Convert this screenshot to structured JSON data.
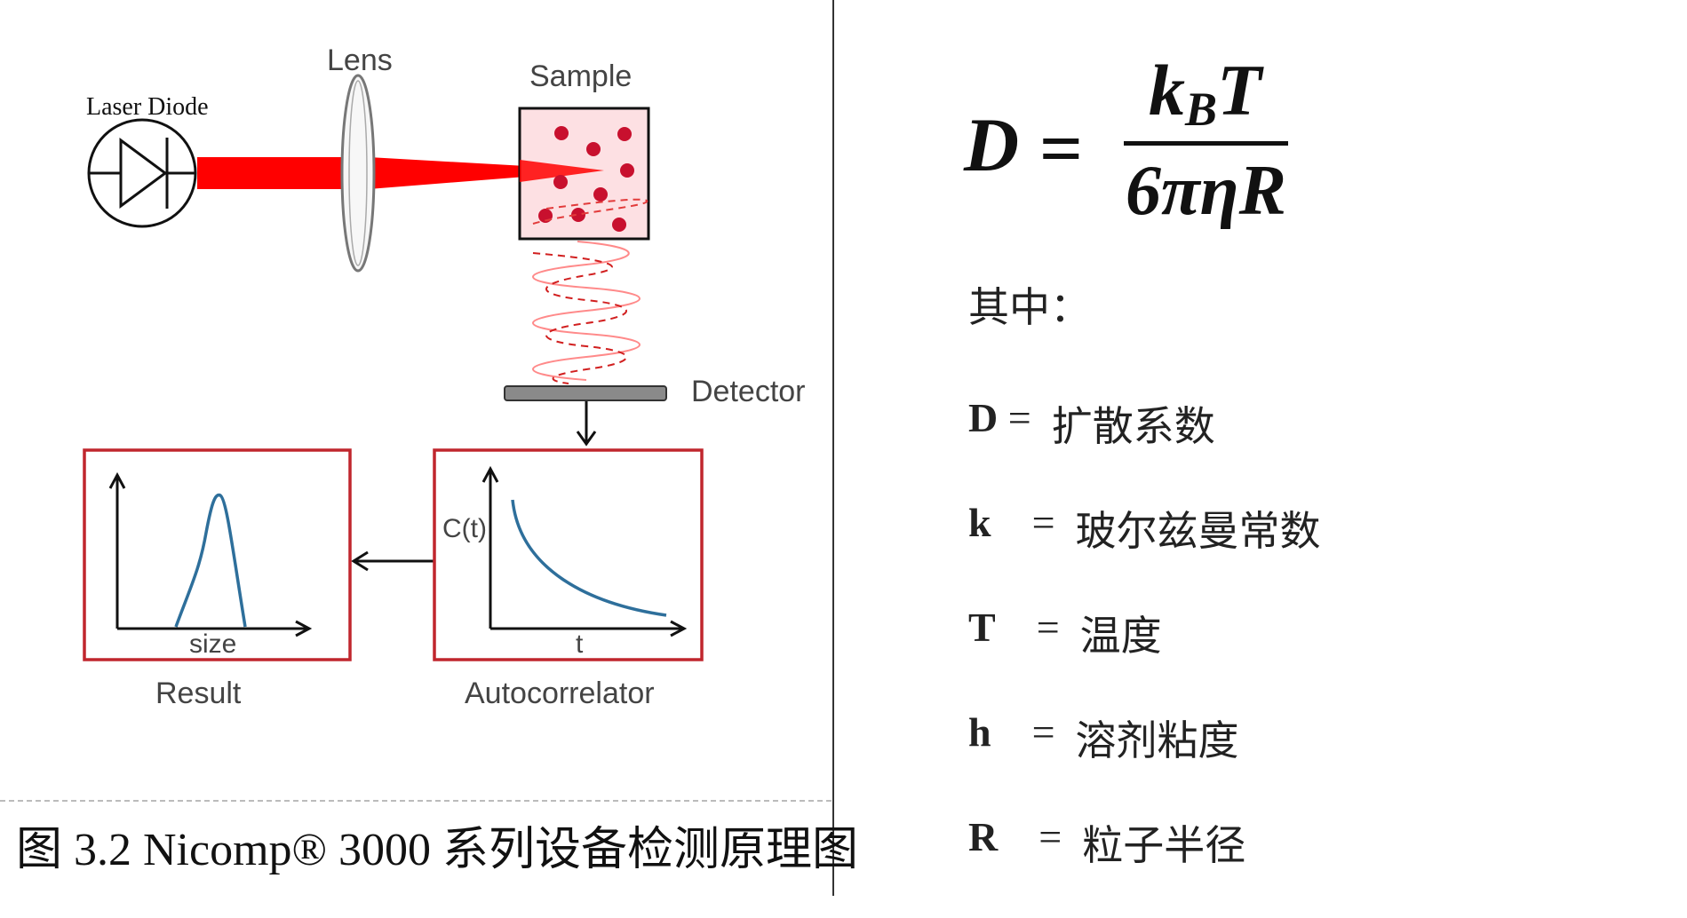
{
  "diagram": {
    "labels": {
      "laser": "Laser Diode",
      "lens": "Lens",
      "sample": "Sample",
      "detector": "Detector",
      "result": "Result",
      "autocorrelator": "Autocorrelator",
      "size_axis": "size",
      "ct_axis": "C(t)",
      "t_axis": "t"
    },
    "colors": {
      "beam": "#ff0000",
      "box_border": "#c0262d",
      "curve": "#2e6f9b",
      "particle": "#c8102e",
      "sample_fill": "#fde0e3",
      "detector": "#888888",
      "label": "#444444"
    }
  },
  "caption": "图 3.2 Nicomp® 3000 系列设备检测原理图",
  "formula": {
    "lhs": "D",
    "equals": "=",
    "num_k": "k",
    "num_sub": "B",
    "num_T": "T",
    "den": "6πηR"
  },
  "definitions": {
    "intro": "其中：",
    "rows": [
      {
        "symbol": "D",
        "eq": " =  ",
        "desc": "扩散系数"
      },
      {
        "symbol": "k",
        "eq": "    =  ",
        "desc": "玻尔兹曼常数"
      },
      {
        "symbol": "T",
        "eq": "    =  ",
        "desc": "温度"
      },
      {
        "symbol": "h",
        "eq": "    =  ",
        "desc": "溶剂粘度"
      },
      {
        "symbol": "R",
        "eq": "    =  ",
        "desc": "粒子半径"
      }
    ]
  }
}
